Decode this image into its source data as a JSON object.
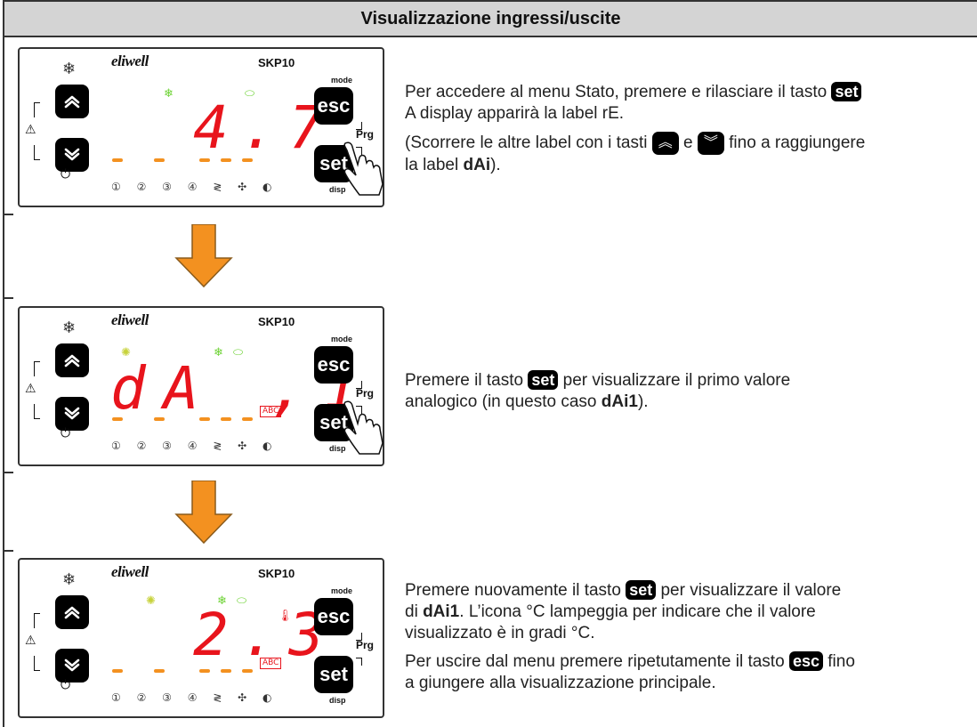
{
  "header": {
    "title": "Visualizzazione ingressi/uscite"
  },
  "device": {
    "logo": "eliwell",
    "model": "SKP10",
    "mode_label": "mode",
    "esc_label": "esc",
    "set_label": "set",
    "prg_label": "Prg",
    "disp_label": "disp",
    "bottom_icons": "① ② ③ ④ ≷ ✣ ◐"
  },
  "panels": [
    {
      "display": "4.7"
    },
    {
      "display": "dA ,1",
      "abc_label": "ABC"
    },
    {
      "display": "2.3",
      "abc_label": "ABC"
    }
  ],
  "step1": {
    "line1_pre": "Per accedere al menu Stato, premere e rilasciare il tasto",
    "key_set": "set",
    "line2": "A display apparirà la label rE.",
    "line3_pre": "(Scorrere le altre label con i tasti",
    "conj": "e",
    "line3_post": "fino a raggiungere",
    "line4_pre": "la label",
    "line4_bold": "dAi",
    "line4_post": ")."
  },
  "step2": {
    "line1_pre": "Premere il tasto",
    "key_set": "set",
    "line1_post": "per visualizzare il primo valore",
    "line2_pre": "analogico (in questo caso",
    "line2_bold": "dAi1",
    "line2_post": ")."
  },
  "step3": {
    "line1_pre": "Premere nuovamente il tasto",
    "key_set": "set",
    "line1_post": "per visualizzare il valore",
    "line2_pre": "di",
    "line2_bold": "dAi1",
    "line2_post": ". L’icona °C lampeggia per indicare che il valore",
    "line3": "visualizzato è in gradi °C.",
    "line4_pre": "Per uscire dal menu premere ripetutamente il tasto",
    "key_esc": "esc",
    "line4_post": "fino",
    "line5": "a giungere alla visualizzazione principale."
  },
  "colors": {
    "display_red": "#e8141c",
    "arrow_orange": "#f39120",
    "header_gray": "#d4d4d4"
  }
}
